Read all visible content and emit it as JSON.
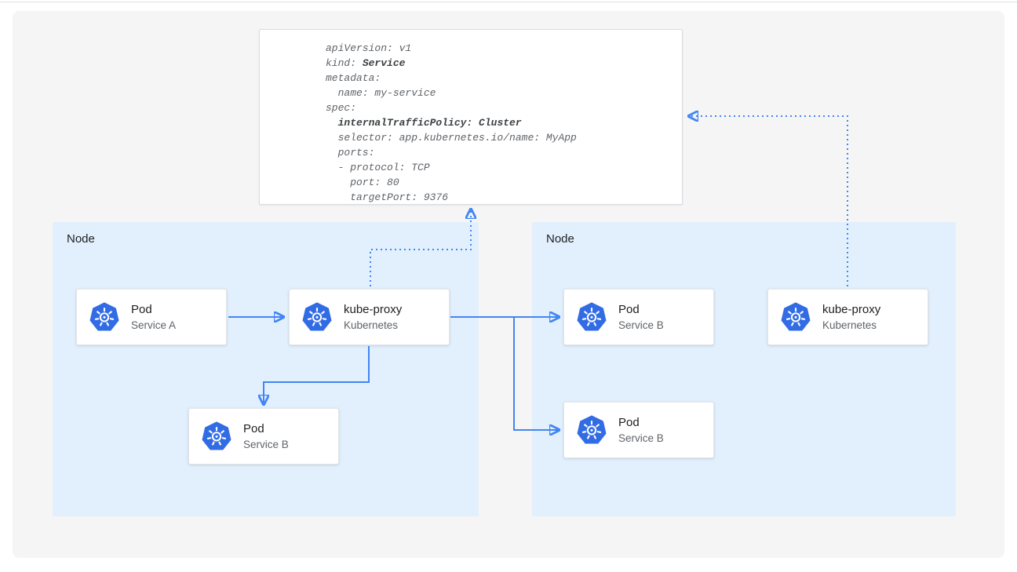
{
  "colors": {
    "arrow_blue": "#4285f4",
    "kubernetes_blue": "#326ce5",
    "node_background": "#e2f0fd",
    "canvas_background": "#f5f5f5"
  },
  "code_panel": {
    "lines": [
      {
        "text": "apiVersion: v1"
      },
      {
        "pre": "kind: ",
        "bold": "Service"
      },
      {
        "text": "metadata:"
      },
      {
        "text": "  name: my-service"
      },
      {
        "text": "spec:"
      },
      {
        "pre": "  ",
        "bold": "internalTrafficPolicy: Cluster"
      },
      {
        "text": "  selector: app.kubernetes.io/name: MyApp"
      },
      {
        "text": "  ports:"
      },
      {
        "text": "  - protocol: TCP"
      },
      {
        "text": "    port: 80"
      },
      {
        "text": "    targetPort: 9376"
      }
    ]
  },
  "nodes": [
    {
      "label": "Node"
    },
    {
      "label": "Node"
    }
  ],
  "cards": [
    {
      "icon": "kubernetes",
      "title": "Pod",
      "subtitle": "Service A"
    },
    {
      "icon": "kubernetes",
      "title": "kube-proxy",
      "subtitle": "Kubernetes"
    },
    {
      "icon": "kubernetes",
      "title": "Pod",
      "subtitle": "Service B"
    },
    {
      "icon": "kubernetes",
      "title": "Pod",
      "subtitle": "Service B"
    },
    {
      "icon": "kubernetes",
      "title": "Pod",
      "subtitle": "Service B"
    },
    {
      "icon": "kubernetes",
      "title": "kube-proxy",
      "subtitle": "Kubernetes"
    }
  ]
}
